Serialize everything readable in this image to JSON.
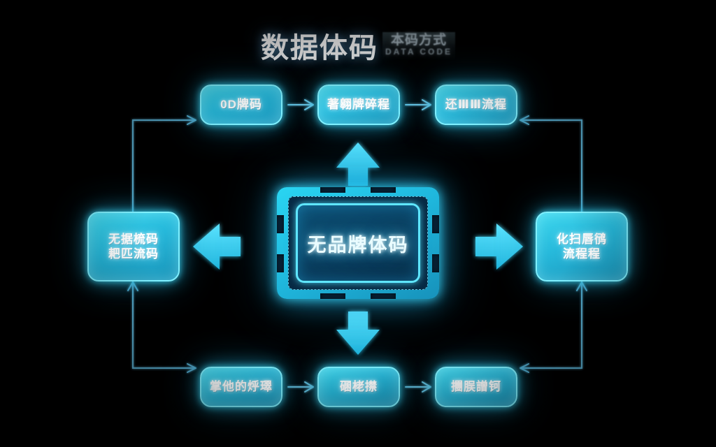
{
  "title": {
    "main": "数据体码",
    "sub_line1": "本码方式",
    "sub_line2": "DATA CODE"
  },
  "colors": {
    "background_dark": "#02101d",
    "background_glow": "#0a3350",
    "neon_cyan": "#3fd8ef",
    "neon_cyan_bright": "#7ff0ff",
    "box_border": "#7ff0ff",
    "hub_inner_bg": "#0d4f73",
    "label_white": "#ffffff",
    "connector_line": "#58b4d8",
    "big_arrow": "#2fd0ee"
  },
  "hub": {
    "label": "无品牌体码",
    "name": "central-hub"
  },
  "top_row": [
    {
      "id": "t1",
      "label": "0D牌码"
    },
    {
      "id": "t2",
      "label": "著翱牌碎程"
    },
    {
      "id": "t3",
      "label": "还ⅢⅢ流程"
    }
  ],
  "bottom_row": [
    {
      "id": "b1",
      "label": "掌他的烀璻"
    },
    {
      "id": "b2",
      "label": "碅栳㩒"
    },
    {
      "id": "b3",
      "label": "㩛脵譄钶"
    }
  ],
  "side_nodes": {
    "left": {
      "id": "left",
      "label": "无据梳码\n耙匹流码"
    },
    "right": {
      "id": "right",
      "label": "化扫唇鸻\n流程程"
    }
  },
  "big_arrows": [
    {
      "name": "hub-arrow-up",
      "direction": "up"
    },
    {
      "name": "hub-arrow-down",
      "direction": "down"
    },
    {
      "name": "hub-arrow-left",
      "direction": "left"
    },
    {
      "name": "hub-arrow-right",
      "direction": "right"
    }
  ],
  "small_arrows": [
    {
      "name": "top-arrow-1-to-2",
      "direction": "right"
    },
    {
      "name": "top-arrow-2-to-3",
      "direction": "right"
    },
    {
      "name": "bottom-arrow-1-to-2",
      "direction": "right"
    },
    {
      "name": "bottom-arrow-2-to-3",
      "direction": "right"
    }
  ],
  "connectors": [
    {
      "name": "connector-left-top",
      "from": "left-node",
      "to": "top-node-1",
      "shape": "elbow-up-right"
    },
    {
      "name": "connector-left-bottom",
      "from": "bottom-node-1",
      "to": "left-node",
      "shape": "elbow-right-up"
    },
    {
      "name": "connector-right-top",
      "from": "right-node",
      "to": "top-node-3",
      "shape": "elbow-up-left"
    },
    {
      "name": "connector-right-bottom",
      "from": "bottom-node-3",
      "to": "right-node",
      "shape": "elbow-left-up"
    }
  ]
}
